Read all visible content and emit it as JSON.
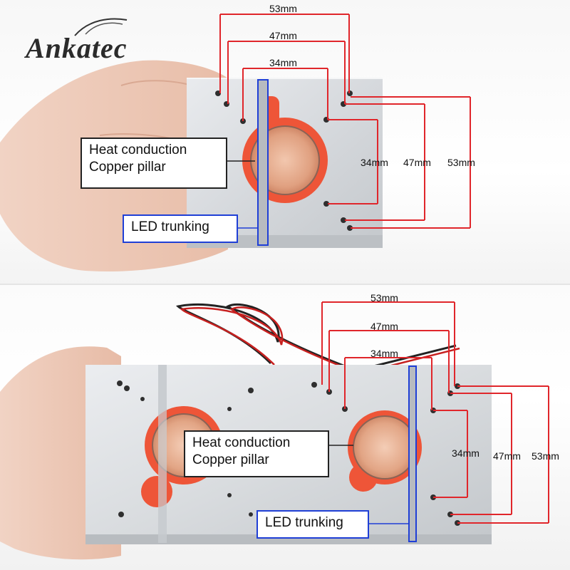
{
  "brand": {
    "logo_text": "Ankatec"
  },
  "top": {
    "callout_heat_line1": "Heat conduction",
    "callout_heat_line2": "Copper pillar",
    "callout_led": "LED trunking",
    "dim_h_53": "53mm",
    "dim_h_47": "47mm",
    "dim_h_34": "34mm",
    "dim_v_34": "34mm",
    "dim_v_47": "47mm",
    "dim_v_53": "53mm"
  },
  "bottom": {
    "callout_heat_line1": "Heat conduction",
    "callout_heat_line2": "Copper pillar",
    "callout_led": "LED trunking",
    "dim_h_53": "53mm",
    "dim_h_47": "47mm",
    "dim_h_34": "34mm",
    "dim_v_34": "34mm",
    "dim_v_47": "47mm",
    "dim_v_53": "53mm"
  },
  "colors": {
    "dimension_line": "#e0262b",
    "led_box": "#1f3fd6",
    "copper_ring": "#ee5538",
    "aluminum": "#d9dcdf"
  }
}
